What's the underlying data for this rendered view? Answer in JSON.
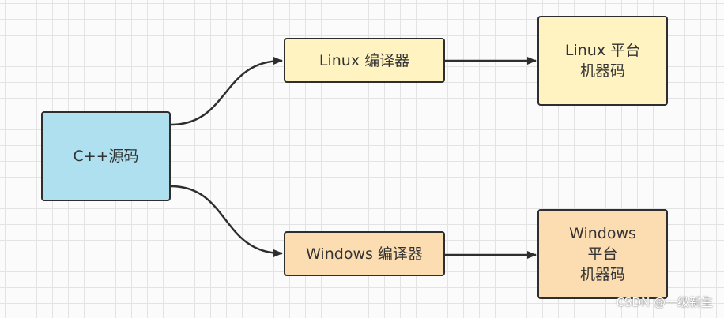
{
  "nodes": {
    "source": {
      "lines": [
        "C++源码"
      ]
    },
    "linux_compiler": {
      "lines": [
        "Linux 编译器"
      ]
    },
    "linux_code": {
      "lines": [
        "Linux 平台",
        "机器码"
      ]
    },
    "windows_compiler": {
      "lines": [
        "Windows 编译器"
      ]
    },
    "windows_code": {
      "lines": [
        "Windows",
        "平台",
        "机器码"
      ]
    }
  },
  "colors": {
    "source_fill": "#aee0ef",
    "linux_fill": "#fff3c2",
    "windows_fill": "#fcdcb1",
    "stroke": "#2e2e2e"
  },
  "edges": [
    {
      "from": "source",
      "to": "linux_compiler"
    },
    {
      "from": "source",
      "to": "windows_compiler"
    },
    {
      "from": "linux_compiler",
      "to": "linux_code"
    },
    {
      "from": "windows_compiler",
      "to": "windows_code"
    }
  ],
  "watermark": "CSDN @一级新生"
}
